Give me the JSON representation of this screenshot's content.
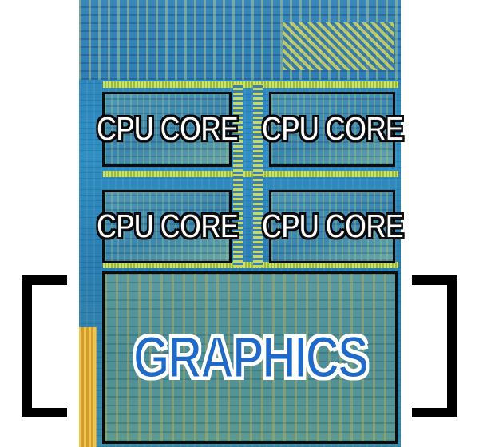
{
  "diagram": {
    "cores": [
      {
        "label": "CPU CORE"
      },
      {
        "label": "CPU CORE"
      },
      {
        "label": "CPU CORE"
      },
      {
        "label": "CPU CORE"
      }
    ],
    "graphics": {
      "label": "GRAPHICS"
    },
    "colors": {
      "core_border": "#0c0c0c",
      "core_text": "#ffffff",
      "graphics_text": "#1f69c9",
      "bracket": "#000000"
    }
  }
}
